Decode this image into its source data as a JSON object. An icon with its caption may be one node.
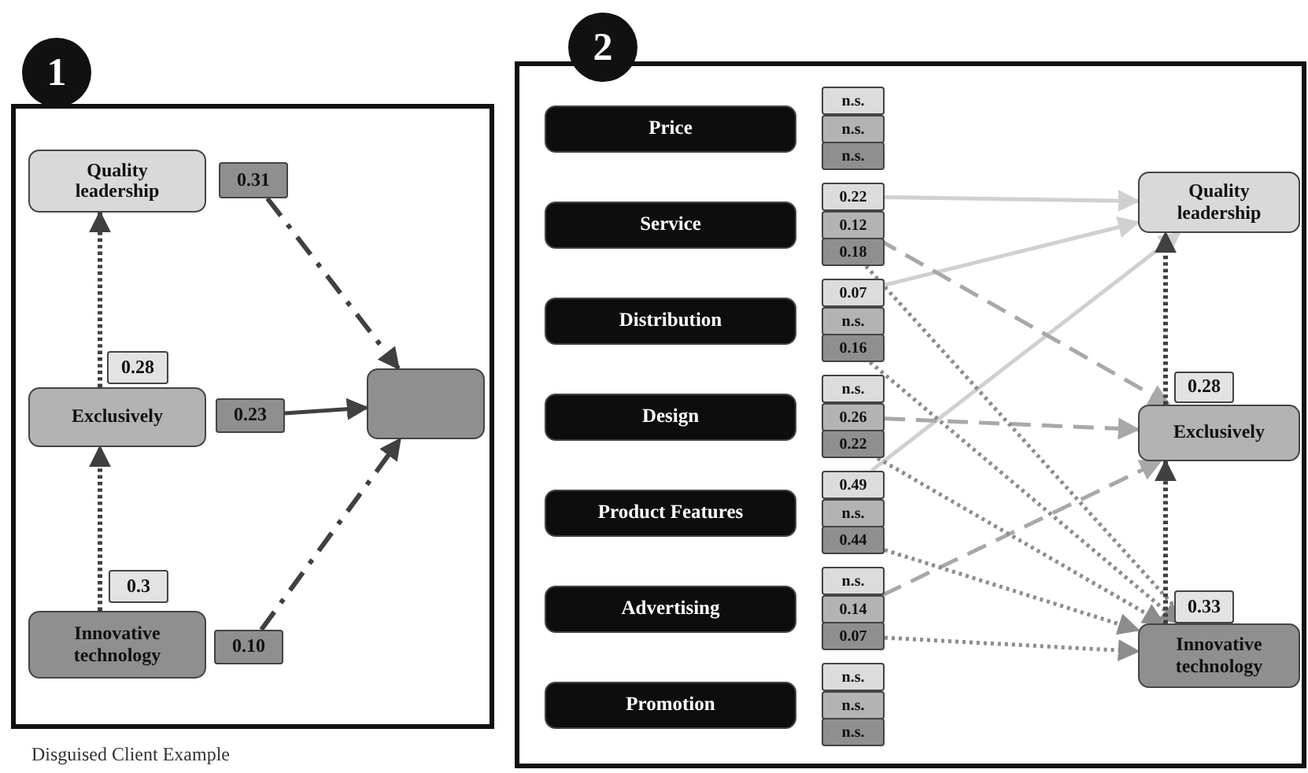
{
  "diagram": {
    "nodes": [
      {
        "text": [
          "1"
        ]
      },
      {
        "text": [
          "Quality leadership"
        ],
        "in": 0
      },
      {
        "text": [
          "Exclusively"
        ],
        "in": 0
      },
      {
        "text": [
          "Innovative technology"
        ],
        "in": 0
      },
      {
        "text": [],
        "shape": "box",
        "in": 0
      },
      {
        "text": [
          "0.31"
        ],
        "in": 0
      },
      {
        "text": [
          "0.28"
        ],
        "in": 0
      },
      {
        "text": [
          "0.23"
        ],
        "in": 0
      },
      {
        "text": [
          "0.3"
        ],
        "in": 0
      },
      {
        "text": [
          "0.10"
        ],
        "in": 0
      },
      {
        "text": [
          "2"
        ]
      },
      {
        "text": [
          "Price"
        ],
        "in": 10
      },
      {
        "text": [
          "n.s."
        ],
        "in": 10
      },
      {
        "text": [
          "n.s."
        ],
        "in": 10
      },
      {
        "text": [
          "n.s."
        ],
        "in": 10
      },
      {
        "text": [
          "Service"
        ],
        "in": 10
      },
      {
        "text": [
          "0.22"
        ],
        "in": 10
      },
      {
        "text": [
          "0.12"
        ],
        "in": 10
      },
      {
        "text": [
          "0.18"
        ],
        "in": 10
      },
      {
        "text": [
          "Distribution"
        ],
        "in": 10
      },
      {
        "text": [
          "0.07"
        ],
        "in": 10
      },
      {
        "text": [
          "n.s."
        ],
        "in": 10
      },
      {
        "text": [
          "0.16"
        ],
        "in": 10
      },
      {
        "text": [
          "Design"
        ],
        "in": 10
      },
      {
        "text": [
          "n.s."
        ],
        "in": 10
      },
      {
        "text": [
          "0.26"
        ],
        "in": 10
      },
      {
        "text": [
          "0.22"
        ],
        "in": 10
      },
      {
        "text": [
          "Product Features"
        ],
        "in": 10
      },
      {
        "text": [
          "0.49"
        ],
        "in": 10
      },
      {
        "text": [
          "n.s."
        ],
        "in": 10
      },
      {
        "text": [
          "0.44"
        ],
        "in": 10
      },
      {
        "text": [
          "Advertising"
        ],
        "in": 10
      },
      {
        "text": [
          "n.s."
        ],
        "in": 10
      },
      {
        "text": [
          "0.14"
        ],
        "in": 10
      },
      {
        "text": [
          "0.07"
        ],
        "in": 10
      },
      {
        "text": [
          "Promotion"
        ],
        "in": 10
      },
      {
        "text": [
          "n.s."
        ],
        "in": 10
      },
      {
        "text": [
          "n.s."
        ],
        "in": 10
      },
      {
        "text": [
          "n.s."
        ],
        "in": 10
      },
      {
        "text": [
          "Quality leadership"
        ],
        "in": 10
      },
      {
        "text": [
          "0.28"
        ],
        "in": 10
      },
      {
        "text": [
          "Exclusively"
        ],
        "in": 10
      },
      {
        "text": [
          "0.33"
        ],
        "in": 10
      },
      {
        "text": [
          "Innovative technology"
        ],
        "in": 10
      }
    ],
    "edges": [
      {
        "from": 3,
        "to": 2,
        "arrow": "to",
        "style": "dashed"
      },
      {
        "from": 2,
        "to": 1,
        "arrow": "to",
        "style": "dashed"
      },
      {
        "from": 5,
        "to": 4,
        "arrow": "to",
        "style": "dashed"
      },
      {
        "from": 7,
        "to": 4,
        "arrow": "to"
      },
      {
        "from": 9,
        "to": 4,
        "arrow": "to",
        "style": "dashed"
      },
      {
        "from": 16,
        "to": 39,
        "arrow": "to",
        "color": "#d0d0d0"
      },
      {
        "from": 20,
        "to": 39,
        "arrow": "to",
        "color": "#d0d0d0"
      },
      {
        "from": 28,
        "to": 39,
        "arrow": "to",
        "color": "#d0d0d0"
      },
      {
        "from": 17,
        "to": 41,
        "arrow": "to",
        "style": "dashed",
        "color": "#a8a8a8"
      },
      {
        "from": 25,
        "to": 41,
        "arrow": "to",
        "style": "dashed",
        "color": "#a8a8a8"
      },
      {
        "from": 33,
        "to": 41,
        "arrow": "to",
        "style": "dashed",
        "color": "#a8a8a8"
      },
      {
        "from": 18,
        "to": 43,
        "arrow": "to",
        "style": "dashed",
        "color": "#8c8c8c"
      },
      {
        "from": 22,
        "to": 43,
        "arrow": "to",
        "style": "dashed",
        "color": "#8c8c8c"
      },
      {
        "from": 26,
        "to": 43,
        "arrow": "to",
        "style": "dashed",
        "color": "#8c8c8c"
      },
      {
        "from": 30,
        "to": 43,
        "arrow": "to",
        "style": "dashed",
        "color": "#8c8c8c"
      },
      {
        "from": 34,
        "to": 43,
        "arrow": "to",
        "style": "dashed",
        "color": "#8c8c8c"
      },
      {
        "from": 43,
        "to": 41,
        "arrow": "to",
        "style": "dashed"
      },
      {
        "from": 41,
        "to": 39,
        "arrow": "to",
        "style": "dashed"
      }
    ],
    "labels": [
      "Disguised Client Example"
    ]
  }
}
